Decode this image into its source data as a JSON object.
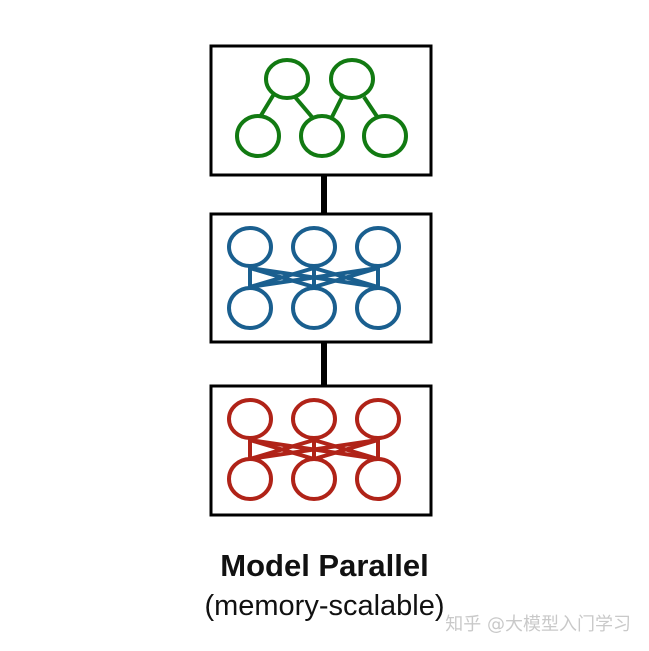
{
  "caption": {
    "title": "Model Parallel",
    "subtitle": "(memory-scalable)"
  },
  "watermark": "知乎 @大模型入门学习",
  "colors": {
    "frame": "#000000",
    "top_model": "#127a12",
    "middle_model": "#1a5f8f",
    "bottom_model": "#b02318"
  }
}
